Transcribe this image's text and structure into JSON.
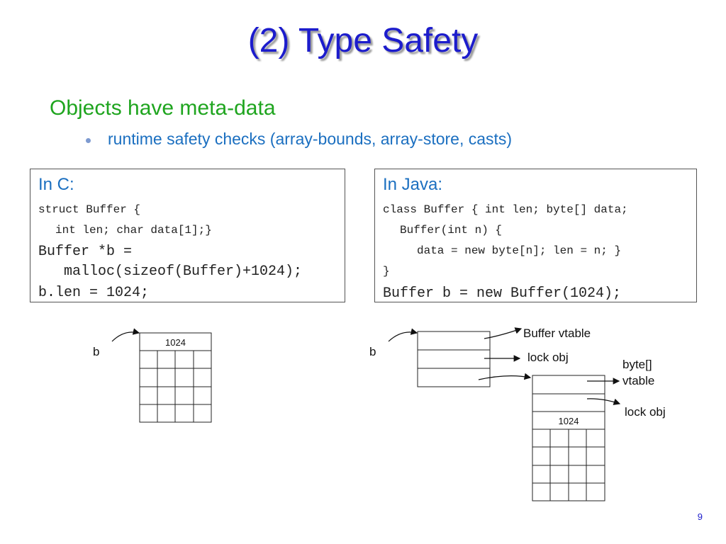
{
  "slide": {
    "title": "(2) Type Safety",
    "heading": "Objects have meta-data",
    "bullet": "runtime safety checks (array-bounds, array-store, casts)",
    "page_number": "9"
  },
  "c_box": {
    "title": "In C:",
    "line1": "struct Buffer {",
    "line2": "int len; char data[1];}",
    "line3": "Buffer *b =",
    "line4": "malloc(sizeof(Buffer)+1024);",
    "line5": "b.len = 1024;"
  },
  "java_box": {
    "title": "In Java:",
    "line1": "class Buffer { int len; byte[] data;",
    "line2": "Buffer(int n) {",
    "line3": "data = new byte[n]; len = n; }",
    "line4": "}",
    "line5": "Buffer b = new Buffer(1024);"
  },
  "c_diagram": {
    "pointer_label": "b",
    "length_value": "1024"
  },
  "java_diagram": {
    "pointer_label": "b",
    "buffer_vtable_label": "Buffer vtable",
    "lock_obj_label": "lock obj",
    "array_type_label": "byte[]",
    "array_vtable_label": "vtable",
    "array_lock_obj_label": "lock obj",
    "array_length_value": "1024"
  },
  "colors": {
    "title": "#1c1ccc",
    "heading": "#1fa51f",
    "accent_text": "#1b6fc0"
  }
}
